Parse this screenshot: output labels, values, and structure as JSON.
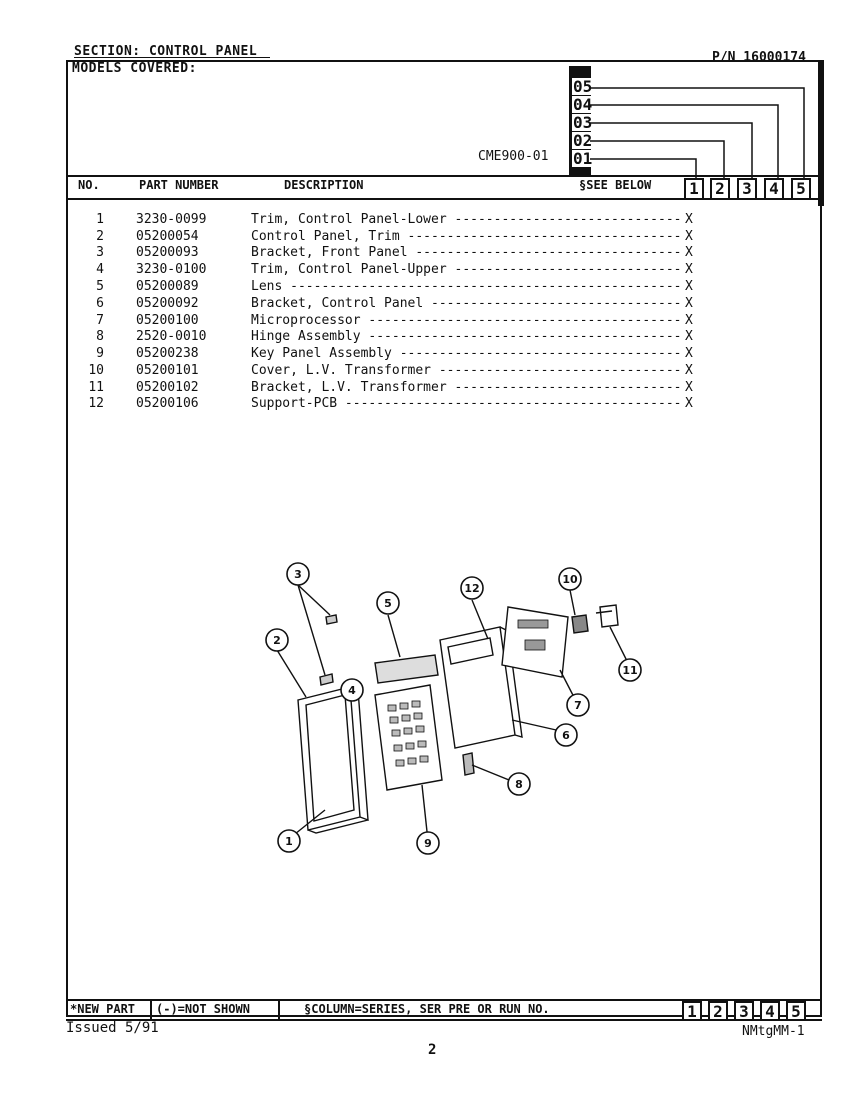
{
  "header": {
    "section": "SECTION: CONTROL PANEL",
    "part_number": "P/N 16000174",
    "models_label": "MODELS COVERED:",
    "model": "CME900-01"
  },
  "series_codes": [
    "05",
    "04",
    "03",
    "02",
    "01"
  ],
  "table": {
    "headers": {
      "no": "NO.",
      "part": "PART NUMBER",
      "desc": "DESCRIPTION",
      "see": "§SEE BELOW"
    },
    "columns": [
      "1",
      "2",
      "3",
      "4",
      "5"
    ],
    "rows": [
      {
        "no": "1",
        "part": "3230-0099",
        "desc": "Trim, Control Panel-Lower",
        "x": "X"
      },
      {
        "no": "2",
        "part": "05200054",
        "desc": "Control Panel, Trim",
        "x": "X"
      },
      {
        "no": "3",
        "part": "05200093",
        "desc": "Bracket, Front Panel",
        "x": "X"
      },
      {
        "no": "4",
        "part": "3230-0100",
        "desc": "Trim, Control Panel-Upper",
        "x": "X"
      },
      {
        "no": "5",
        "part": "05200089",
        "desc": "Lens",
        "x": "X"
      },
      {
        "no": "6",
        "part": "05200092",
        "desc": "Bracket, Control Panel",
        "x": "X"
      },
      {
        "no": "7",
        "part": "05200100",
        "desc": "Microprocessor",
        "x": "X"
      },
      {
        "no": "8",
        "part": "2520-0010",
        "desc": "Hinge Assembly",
        "x": "X"
      },
      {
        "no": "9",
        "part": "05200238",
        "desc": "Key Panel Assembly",
        "x": "X"
      },
      {
        "no": "10",
        "part": "05200101",
        "desc": "Cover, L.V. Transformer",
        "x": "X"
      },
      {
        "no": "11",
        "part": "05200102",
        "desc": "Bracket, L.V. Transformer",
        "x": "X"
      },
      {
        "no": "12",
        "part": "05200106",
        "desc": "Support-PCB",
        "x": "X"
      }
    ]
  },
  "diagram_callouts": [
    "1",
    "2",
    "3",
    "4",
    "5",
    "6",
    "7",
    "8",
    "9",
    "10",
    "11",
    "12"
  ],
  "footer": {
    "new_part": "*NEW PART",
    "not_shown": "(-)=NOT SHOWN",
    "column_note": "§COLUMN=SERIES, SER PRE OR RUN NO.",
    "columns": [
      "1",
      "2",
      "3",
      "4",
      "5"
    ],
    "issued": "Issued 5/91",
    "doc_code": "NMtgMM-1",
    "page": "2"
  }
}
